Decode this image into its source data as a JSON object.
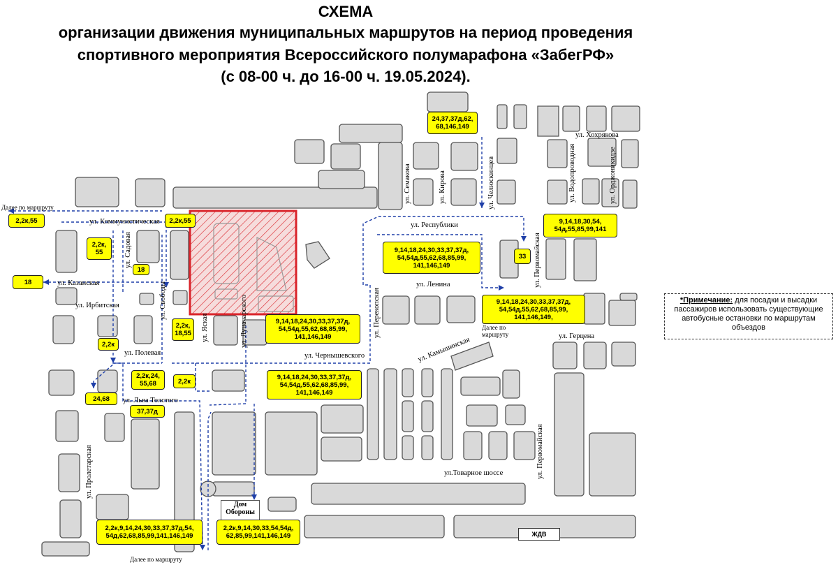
{
  "header": {
    "line1": "СХЕМА",
    "line2": "организации движения муниципальных маршрутов на период проведения",
    "line3": "спортивного мероприятия Всероссийского полумарафона «ЗабегРФ»",
    "line4": "(с 08-00 ч. до 16-00 ч. 19.05.2024)."
  },
  "streets": {
    "hohryakova": "ул. Хохрякова",
    "vodoprovodnaya": "ул. Водопроводная",
    "ordzhonikidze": "ул. Орджоникидзе",
    "chelyuskincev": "ул. Челюскинцев",
    "kirova": "ул. Кирова",
    "semakova": "ул. Семакова",
    "respubliki": "ул. Республики",
    "pervomayskaya_top": "ул. Первомайская",
    "lenina": "ул. Ленина",
    "kommunisticheskaya": "ул. Коммунистическая",
    "sadovaya": "ул. Садовая",
    "kazanskaya": "ул. Казанская",
    "irbitskaya": "ул. Ирбитская",
    "svobody": "ул. Свободы",
    "yaskaya": "ул. Яская",
    "lunacharskogo": "ул. Луначарского",
    "perekopskaya": "ул. Перекопская",
    "kamyshinskaya": "ул. Камышинская",
    "gercena": "ул. Герцена",
    "polevaya": "ул. Полевая",
    "chernyshevskogo": "ул. Чернышевского",
    "lva_tolstogo": "ул. Льва Толстого",
    "proletarskaya": "ул. Пролетарская",
    "pervomayskaya_bottom": "ул. Первомайская",
    "tovarnoe": "ул.Товарное шоссе"
  },
  "labels": {
    "dalee_left": "Далее по маршруту",
    "dalee_right": "Далее по маршруту",
    "dalee_bottom": "Далее по маршруту",
    "dom_oborony": "Дом Обороны",
    "zhdv": "ЖДВ"
  },
  "routes": {
    "r_24_37": "24,37,37д,62, 68,146,149",
    "r_left_22k55": "2,2к,55",
    "r_top_22k55": "2,2к,55",
    "r_22k_55_small": "2,2к, 55",
    "r_18_a": "18",
    "r_18_b": "18",
    "r_9_republiki": "9,14,18,30,54, 54д,55,85,99,141",
    "r_9_lenina": "9,14,18,24,30,33,37,37д, 54,54д,55,62,68,85,99, 141,146,149",
    "r_33": "33",
    "r_9_right": "9,14,18,24,30,33,37,37д, 54,54д,55,62,68,85,99, 141,146,149,",
    "r_9_center": "9,14,18,24,30,33,37,37д, 54,54д,55,62,68,85,99, 141,146,149",
    "r_22k_1855": "2,2к, 18,55",
    "r_2k_a": "2,2к",
    "r_22k24": "2,2к,24, 55,68",
    "r_2k_b": "2,2к",
    "r_9_south": "9,14,18,24,30,33,37,37д, 54,54д,55,62,68,85,99, 141,146,149",
    "r_2468": "24,68",
    "r_3737d": "37,37д",
    "r_bottom_left": "2,2к,9,14,24,30,33,37,37д,54, 54д,62,68,85,99,141,146,149",
    "r_bottom_mid": "2,2к,9,14,30,33,54,54д, 62,85,99,141,146,149"
  },
  "note": {
    "title": "*Примечание:",
    "text": " для посадки и высадки пассажиров использовать существующие автобусные остановки по маршрутам объездов"
  },
  "colors": {
    "route_box": "#ffff00",
    "route_line": "#1f3fa8",
    "closed_zone": "#d9232a",
    "building": "#d9d9d9"
  }
}
